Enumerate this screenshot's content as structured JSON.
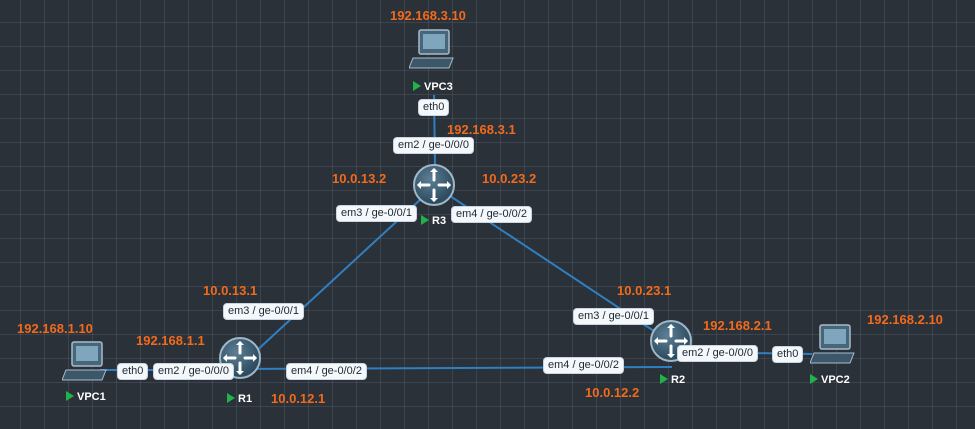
{
  "devices": {
    "r1": {
      "name": "R1"
    },
    "r2": {
      "name": "R2"
    },
    "r3": {
      "name": "R3"
    },
    "vpc1": {
      "name": "VPC1"
    },
    "vpc2": {
      "name": "VPC2"
    },
    "vpc3": {
      "name": "VPC3"
    }
  },
  "interfaces": {
    "vpc3_eth0": "eth0",
    "r3_em2": "em2 / ge-0/0/0",
    "r3_em3": "em3 / ge-0/0/1",
    "r3_em4": "em4 / ge-0/0/2",
    "r1_em3": "em3 / ge-0/0/1",
    "r1_em2": "em2 / ge-0/0/0",
    "r1_em4": "em4 / ge-0/0/2",
    "vpc1_eth0": "eth0",
    "r2_em3": "em3 / ge-0/0/1",
    "r2_em4": "em4 / ge-0/0/2",
    "r2_em2": "em2 / ge-0/0/0",
    "vpc2_eth0": "eth0"
  },
  "addresses": {
    "vpc3": "192.168.3.10",
    "r3_lan": "192.168.3.1",
    "r3_to_r1": "10.0.13.2",
    "r3_to_r2": "10.0.23.2",
    "r1_to_r3": "10.0.13.1",
    "vpc1": "192.168.1.10",
    "r1_lan": "192.168.1.1",
    "r1_to_r2": "10.0.12.1",
    "r2_to_r3": "10.0.23.1",
    "r2_lan": "192.168.2.1",
    "r2_to_r1": "10.0.12.2",
    "vpc2": "192.168.2.10"
  },
  "colors": {
    "background": "#2a3139",
    "link": "#2f7fc1",
    "ip_label": "#f26a1b",
    "status_running": "#1fb34a"
  },
  "icons": {
    "router": "router-icon",
    "pc": "pc-icon",
    "status": "play-icon"
  }
}
